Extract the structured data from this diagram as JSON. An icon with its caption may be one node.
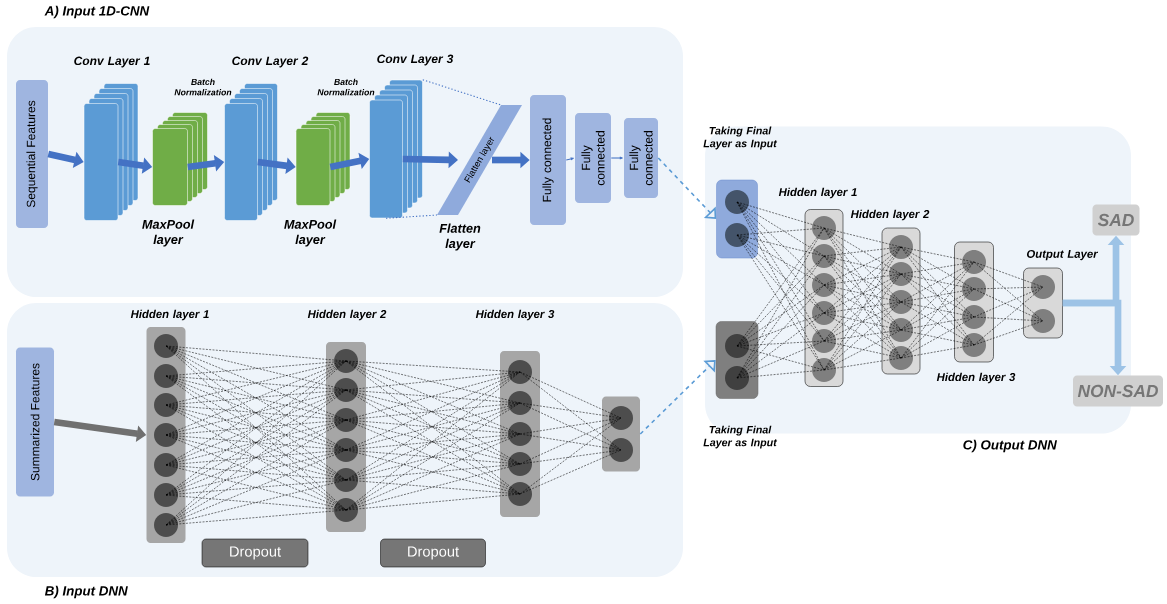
{
  "diagram": {
    "nodes": [
      {
        "text": [
          "A) Input 1D-CNN"
        ]
      },
      {
        "text": [
          "Sequential Features"
        ],
        "in": 0
      },
      {
        "text": [],
        "shape": "box",
        "in": 0,
        "beside": [
          "Conv Layer 1"
        ]
      },
      {
        "text": [],
        "shape": "box",
        "in": 0,
        "beside": [
          "MaxPool layer"
        ]
      },
      {
        "text": [],
        "shape": "box",
        "in": 0,
        "beside": [
          "Conv Layer 2"
        ]
      },
      {
        "text": [],
        "shape": "box",
        "in": 0,
        "beside": [
          "MaxPool layer"
        ]
      },
      {
        "text": [],
        "shape": "box",
        "in": 0,
        "beside": [
          "Conv Layer 3"
        ]
      },
      {
        "text": [
          "Flatten layer"
        ],
        "in": 0,
        "beside": [
          "Flatten layer"
        ]
      },
      {
        "text": [
          "Fully connected"
        ],
        "in": 0
      },
      {
        "text": [
          "Fully connected"
        ],
        "in": 0
      },
      {
        "text": [
          "Fully connected"
        ],
        "in": 0
      },
      {
        "text": [
          "B) Input DNN"
        ]
      },
      {
        "text": [
          "Summarized Features"
        ],
        "in": 11
      },
      {
        "text": [],
        "shape": "box",
        "in": 11,
        "beside": [
          "Hidden layer 1"
        ]
      },
      {
        "text": [],
        "shape": "box",
        "in": 11,
        "beside": [
          "Hidden layer 2"
        ]
      },
      {
        "text": [],
        "shape": "box",
        "in": 11,
        "beside": [
          "Hidden layer 3"
        ]
      },
      {
        "text": [],
        "shape": "box",
        "in": 11
      },
      {
        "text": [
          "Dropout"
        ],
        "in": 11
      },
      {
        "text": [
          "Dropout"
        ],
        "in": 11
      },
      {
        "text": [
          "C) Output DNN"
        ]
      },
      {
        "text": [],
        "shape": "box",
        "in": 19,
        "beside": [
          "Taking Final Layer as Input"
        ]
      },
      {
        "text": [],
        "shape": "box",
        "in": 19,
        "beside": [
          "Taking Final Layer as Input"
        ]
      },
      {
        "text": [],
        "shape": "box",
        "in": 19,
        "beside": [
          "Hidden layer 1"
        ]
      },
      {
        "text": [],
        "shape": "box",
        "in": 19,
        "beside": [
          "Hidden layer 2"
        ]
      },
      {
        "text": [],
        "shape": "box",
        "in": 19,
        "beside": [
          "Hidden layer 3"
        ]
      },
      {
        "text": [],
        "shape": "box",
        "in": 19,
        "beside": [
          "Output Layer"
        ]
      },
      {
        "text": [
          "SAD"
        ]
      },
      {
        "text": [
          "NON-SAD"
        ]
      }
    ],
    "edges": [
      {
        "from": 1,
        "to": 2,
        "arrow": "to",
        "style": "thick"
      },
      {
        "from": 2,
        "to": 3,
        "arrow": "to",
        "style": "thick"
      },
      {
        "from": 3,
        "to": 4,
        "arrow": "to",
        "style": "thick"
      },
      {
        "from": 4,
        "to": 5,
        "arrow": "to",
        "style": "thick"
      },
      {
        "from": 5,
        "to": 6,
        "arrow": "to",
        "style": "thick"
      },
      {
        "from": 6,
        "to": 7,
        "arrow": "to",
        "style": "thick"
      },
      {
        "from": 6,
        "to": 7,
        "arrow": "none",
        "style": "dashed"
      },
      {
        "from": 6,
        "to": 7,
        "arrow": "none",
        "style": "dashed"
      },
      {
        "from": 7,
        "to": 8,
        "arrow": "to",
        "style": "thick"
      },
      {
        "from": 8,
        "to": 9,
        "arrow": "to"
      },
      {
        "from": 9,
        "to": 10,
        "arrow": "to"
      },
      {
        "from": 10,
        "to": 20,
        "arrow": "to",
        "style": "dashed",
        "color": "#5b9bd5"
      },
      {
        "from": 12,
        "to": 13,
        "arrow": "to",
        "style": "thick",
        "color": "#707070"
      },
      {
        "from": 13,
        "to": 14,
        "arrow": "none",
        "style": "dashed",
        "color": "#000000"
      },
      {
        "from": 14,
        "to": 15,
        "arrow": "none",
        "style": "dashed",
        "color": "#000000"
      },
      {
        "from": 15,
        "to": 16,
        "arrow": "none",
        "style": "dashed",
        "color": "#000000"
      },
      {
        "from": 16,
        "to": 21,
        "arrow": "to",
        "style": "dashed",
        "color": "#5b9bd5"
      },
      {
        "from": 20,
        "to": 22,
        "arrow": "none",
        "style": "dashed",
        "color": "#000000"
      },
      {
        "from": 21,
        "to": 22,
        "arrow": "none",
        "style": "dashed",
        "color": "#000000"
      },
      {
        "from": 22,
        "to": 23,
        "arrow": "none",
        "style": "dashed",
        "color": "#000000"
      },
      {
        "from": 23,
        "to": 24,
        "arrow": "none",
        "style": "dashed",
        "color": "#000000"
      },
      {
        "from": 24,
        "to": 25,
        "arrow": "none",
        "style": "dashed",
        "color": "#000000"
      },
      {
        "from": 25,
        "to": 26,
        "arrow": "to",
        "style": "thick",
        "color": "#9dc3e6"
      },
      {
        "from": 25,
        "to": 27,
        "arrow": "to",
        "style": "thick",
        "color": "#9dc3e6"
      }
    ],
    "labels": [
      "Batch Normalization",
      "Batch Normalization"
    ]
  }
}
